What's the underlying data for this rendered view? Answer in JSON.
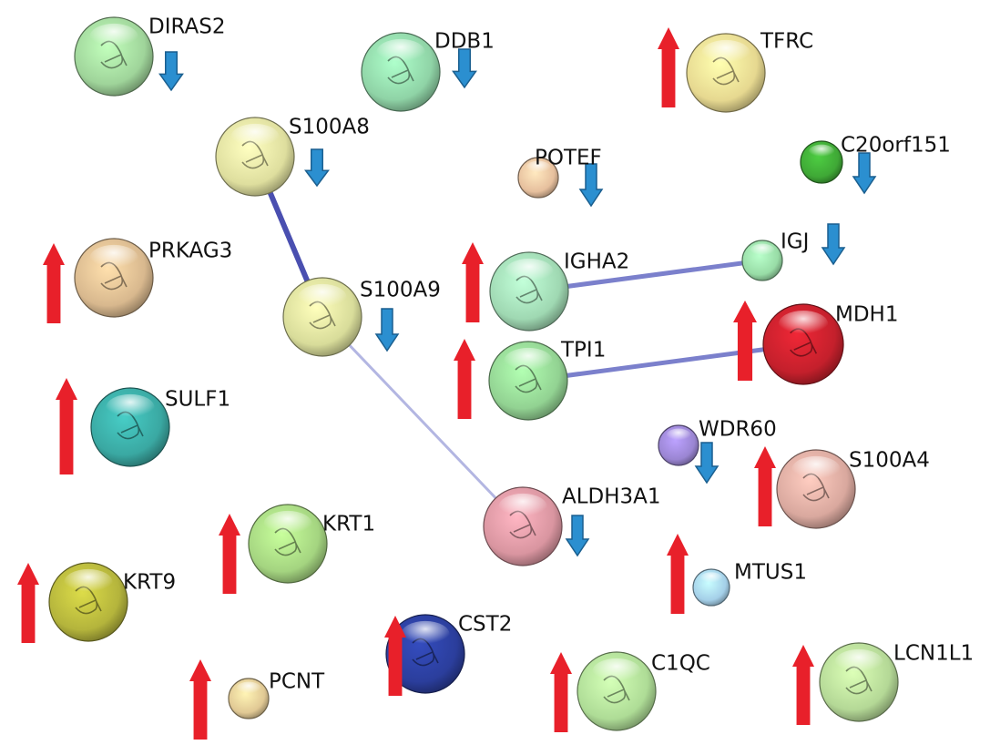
{
  "network": {
    "nodes": [
      {
        "id": "DIRAS2",
        "label": "DIRAS2",
        "color": "#9fd49a",
        "regulation": "down"
      },
      {
        "id": "DDB1",
        "label": "DDB1",
        "color": "#8fd3a6",
        "regulation": "down"
      },
      {
        "id": "TFRC",
        "label": "TFRC",
        "color": "#e6d890",
        "regulation": "up"
      },
      {
        "id": "S100A8",
        "label": "S100A8",
        "color": "#dede9e",
        "regulation": "down"
      },
      {
        "id": "POTEF",
        "label": "POTEF",
        "color": "#e6bf9d",
        "regulation": "down"
      },
      {
        "id": "C20orf151",
        "label": "C20orf151",
        "color": "#3fa836",
        "regulation": "down"
      },
      {
        "id": "PRKAG3",
        "label": "PRKAG3",
        "color": "#d8b88e",
        "regulation": "up"
      },
      {
        "id": "S100A9",
        "label": "S100A9",
        "color": "#d8dc9a",
        "regulation": "down"
      },
      {
        "id": "IGHA2",
        "label": "IGHA2",
        "color": "#9fd8b2",
        "regulation": "up"
      },
      {
        "id": "IGJ",
        "label": "IGJ",
        "color": "#98dca6",
        "regulation": "down"
      },
      {
        "id": "MDH1",
        "label": "MDH1",
        "color": "#c4202c",
        "regulation": "up"
      },
      {
        "id": "TPI1",
        "label": "TPI1",
        "color": "#92d292",
        "regulation": "up"
      },
      {
        "id": "SULF1",
        "label": "SULF1",
        "color": "#3aa8a2",
        "regulation": "up"
      },
      {
        "id": "WDR60",
        "label": "WDR60",
        "color": "#9a85d2",
        "regulation": "down"
      },
      {
        "id": "S100A4",
        "label": "S100A4",
        "color": "#d9a89e",
        "regulation": "up"
      },
      {
        "id": "ALDH3A1",
        "label": "ALDH3A1",
        "color": "#d995a0",
        "regulation": "down"
      },
      {
        "id": "KRT1",
        "label": "KRT1",
        "color": "#a4d480",
        "regulation": "up"
      },
      {
        "id": "KRT9",
        "label": "KRT9",
        "color": "#b4b43c",
        "regulation": "up"
      },
      {
        "id": "MTUS1",
        "label": "MTUS1",
        "color": "#a4cfe8",
        "regulation": "up"
      },
      {
        "id": "CST2",
        "label": "CST2",
        "color": "#2b3e9c",
        "regulation": "up"
      },
      {
        "id": "C1QC",
        "label": "C1QC",
        "color": "#aedc96",
        "regulation": "up"
      },
      {
        "id": "LCN1L1",
        "label": "LCN1L1",
        "color": "#b4d896",
        "regulation": "up"
      },
      {
        "id": "PCNT",
        "label": "PCNT",
        "color": "#e0c894",
        "regulation": "up"
      }
    ],
    "edges": [
      {
        "source": "S100A8",
        "target": "S100A9",
        "strength": "strong"
      },
      {
        "source": "S100A9",
        "target": "ALDH3A1",
        "strength": "weak"
      },
      {
        "source": "IGHA2",
        "target": "IGJ",
        "strength": "medium"
      },
      {
        "source": "TPI1",
        "target": "MDH1",
        "strength": "medium"
      }
    ],
    "colors": {
      "up_arrow": "#e8202a",
      "down_arrow": "#2b8fd0",
      "edge_strong": "#4a4fb0",
      "edge_medium": "#7b80cc",
      "edge_weak": "#b3b6e2"
    }
  }
}
